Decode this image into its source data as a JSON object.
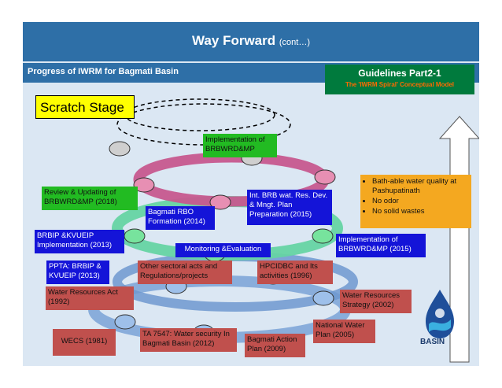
{
  "header": {
    "title": "Way Forward",
    "subtitle": "(cont…)"
  },
  "progress_label": "Progress of IWRM for Bagmati Basin",
  "guidelines": {
    "title_a": "Guidelines",
    "title_b": "Part2-1",
    "subtitle": "The 'IWRM Spiral' Conceptual Model"
  },
  "scratch_stage": "Scratch Stage",
  "boxes": {
    "impl_top": "Implementation of BRBWRD&MP",
    "review": "Review & Updating of BRBWRD&MP (2018)",
    "int_brb": "Int. BRB wat. Res. Dev. & Mngt. Plan Preparation (2015)",
    "rbo": "Bagmati RBO Formation (2014)",
    "brbip": "BRBIP &KVUEIP Implementation (2013)",
    "monitoring": "Monitoring &Evaluation",
    "impl_2015": "Implementation of BRBWRD&MP (2015)",
    "ppta": "PPTA: BRBIP & KVUEIP (2013)",
    "other_acts": "Other sectoral acts and Regulations/projects",
    "hpcidbc": "HPCIDBC and Its activities (1996)",
    "water_act": "Water Resources Act (1992)",
    "wr_strategy": "Water Resources Strategy (2002)",
    "nwp": "National Water Plan (2005)",
    "wecs": "WECS (1981)",
    "ta": "TA 7547: Water security In Bagmati Basin (2012)",
    "bap": "Bagmati Action Plan (2009)"
  },
  "goals": [
    "Bath-able water quality at Pashupatinath",
    "No odor",
    "No solid wastes"
  ],
  "logo_text": "BASIN",
  "colors": {
    "title_bg": "#2e6fa7",
    "green": "#22bb22",
    "blue": "#1414d8",
    "red": "#c0504d",
    "orange": "#f4a820"
  }
}
